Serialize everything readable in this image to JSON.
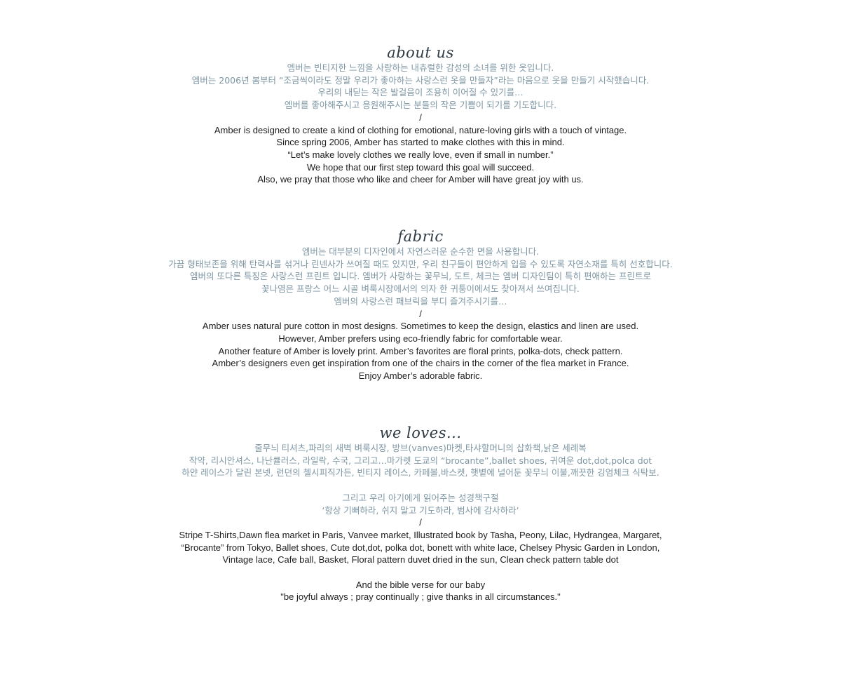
{
  "about": {
    "heading": "about us",
    "ko": [
      "엠버는 빈티지한 느낌을 사랑하는 내츄럴한 감성의 소녀를 위한 옷입니다.",
      "엠버는 2006년 봄부터 “조금씩이라도 정말 우리가 좋아하는 사랑스런 옷을 만들자”라는 마음으로 옷을 만들기 시작했습니다.",
      "우리의 내딛는 작은 발걸음이 조용히 이어질 수 있기를…",
      "엠버를 좋아해주시고 응원해주시는 분들의  작은 기쁨이 되기를 기도합니다."
    ],
    "separator": "/",
    "en": [
      "Amber is designed to create a kind of clothing for emotional, nature-loving girls with a touch of vintage.",
      "Since spring 2006, Amber has started to make clothes with this in mind.",
      "“Let’s make lovely clothes we really love, even if small in number.”",
      "We hope that our first step toward this goal will succeed.",
      "Also, we pray that those who like and cheer for Amber will have great joy with us."
    ]
  },
  "fabric": {
    "heading": "fabric",
    "ko": [
      "엠버는 대부분의 디자인에서 자연스러운 순수한 면을 사용합니다.",
      "가끔 형태보존을 위해 탄력사를 섞거나 린넨사가 쓰여질 때도 있지만, 우리 친구들이 편안하게 입을 수 있도록 자연소재를 특히 선호합니다.",
      "엠버의 또다른 특징은 사랑스런 프린트 입니다. 엠버가 사랑하는 꽃무늬, 도트, 체크는 엠버 디자인팀이 특히 편애하는 프린트로",
      "꽃나염은 프랑스 어느 시골 벼룩시장에서의 의자 한 귀퉁이에서도 찾아져서 쓰여집니다.",
      "엠버의 사랑스런 패브릭을 부디 즐겨주시기를…"
    ],
    "separator": "/",
    "en": [
      "Amber uses natural pure cotton in most designs. Sometimes to keep the design, elastics and linen are used.",
      "However, Amber prefers using eco-friendly fabric for comfortable wear.",
      "Another feature of Amber is lovely print. Amber’s favorites are floral prints, polka-dots, check pattern.",
      "Amber’s designers even get inspiration from one of the chairs in the corner of the flea market in France.",
      "Enjoy Amber’s adorable fabric."
    ]
  },
  "loves": {
    "heading": "we loves...",
    "ko": [
      "줄무늬 티셔츠,파리의 새벽 벼룩시장, 방브(vanves)마켓,타샤할머니의 삽화책,낡은 세례복",
      "작약, 리시안셔스, 나난큘러스, 라일락, 수국, 그리고…마가렛 도쿄의  “brocante”,ballet shoes, 귀여운 dot,dot,polca dot",
      "하얀 레이스가 달린 본넷, 런던의 첼시피직가든, 빈티지 레이스, 카페볼,바스켓, 햇볕에 널어둔 꽃무늬 이불,깨끗한 깅엄체크 식탁보."
    ],
    "ko_extra": [
      "그리고 우리 아기에게 읽어주는 성경책구절",
      "‘항상 기뻐하라, 쉬지 말고 기도하라, 범사에 감사하라’"
    ],
    "separator": "/",
    "en": [
      "Stripe T-Shirts,Dawn flea market in Paris, Vanvee market, Illustrated book by Tasha, Peony, Lilac, Hydrangea, Margaret,",
      "“Brocante” from Tokyo, Ballet shoes, Cute dot,dot, polka dot, bonett with white lace, Chelsey Physic Garden in London,",
      "Vintage lace, Cafe ball, Basket, Floral pattern duvet dried in the sun, Clean check pattern table dot"
    ],
    "en_extra": [
      "And the bible verse for our baby",
      "\"be joyful always ; pray continually ; give thanks in all circumstances.\""
    ]
  }
}
